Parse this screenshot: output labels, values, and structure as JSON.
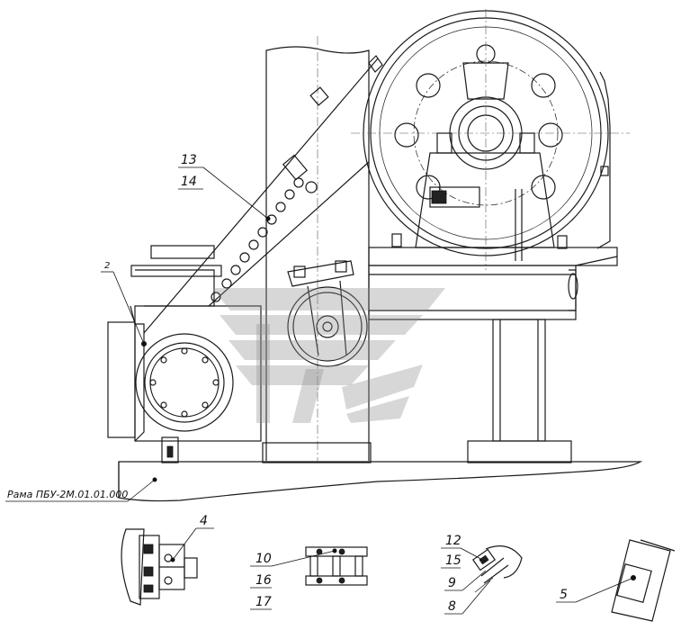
{
  "callouts": {
    "c13": "13",
    "c14": "14",
    "c2": "2",
    "c4": "4",
    "c10": "10",
    "c16": "16",
    "c17": "17",
    "c12": "12",
    "c15": "15",
    "c9": "9",
    "c8": "8",
    "c5": "5"
  },
  "frame_label": "Рама ПБУ-2М.01.01.000",
  "watermark": "logo",
  "colors": {
    "line": "#1a1a1a",
    "watermark": "#8c8c8c"
  }
}
